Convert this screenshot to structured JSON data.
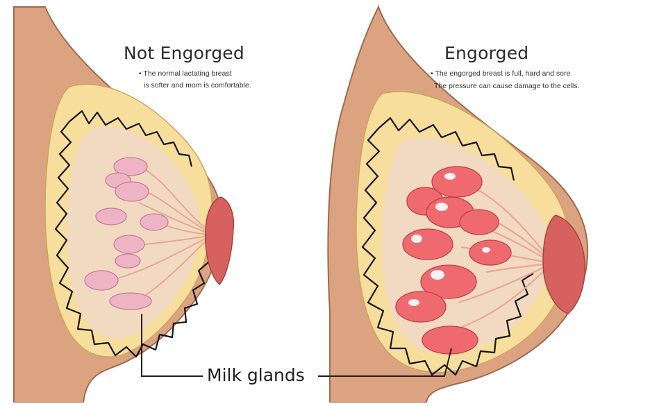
{
  "panels": [
    {
      "title": "Not Engorged",
      "notes": [
        "• The normal lactating breast",
        "is softer and mom is comfortable."
      ]
    },
    {
      "title": "Engorged",
      "notes": [
        "• The engorged breast is full, hard and sore",
        "The pressure can cause damage to the cells."
      ]
    }
  ],
  "callout": {
    "label": "Milk glands"
  },
  "colors": {
    "skin": "#DCA381",
    "skin_outline": "#9E6B4F",
    "fat": "#F8DE9C",
    "tissue": "#F2D9C2",
    "duct": "#E8A896",
    "gland_normal": "#EFB3C6",
    "gland_engorged": "#EE6A6E",
    "nipple": "#D6615E"
  }
}
